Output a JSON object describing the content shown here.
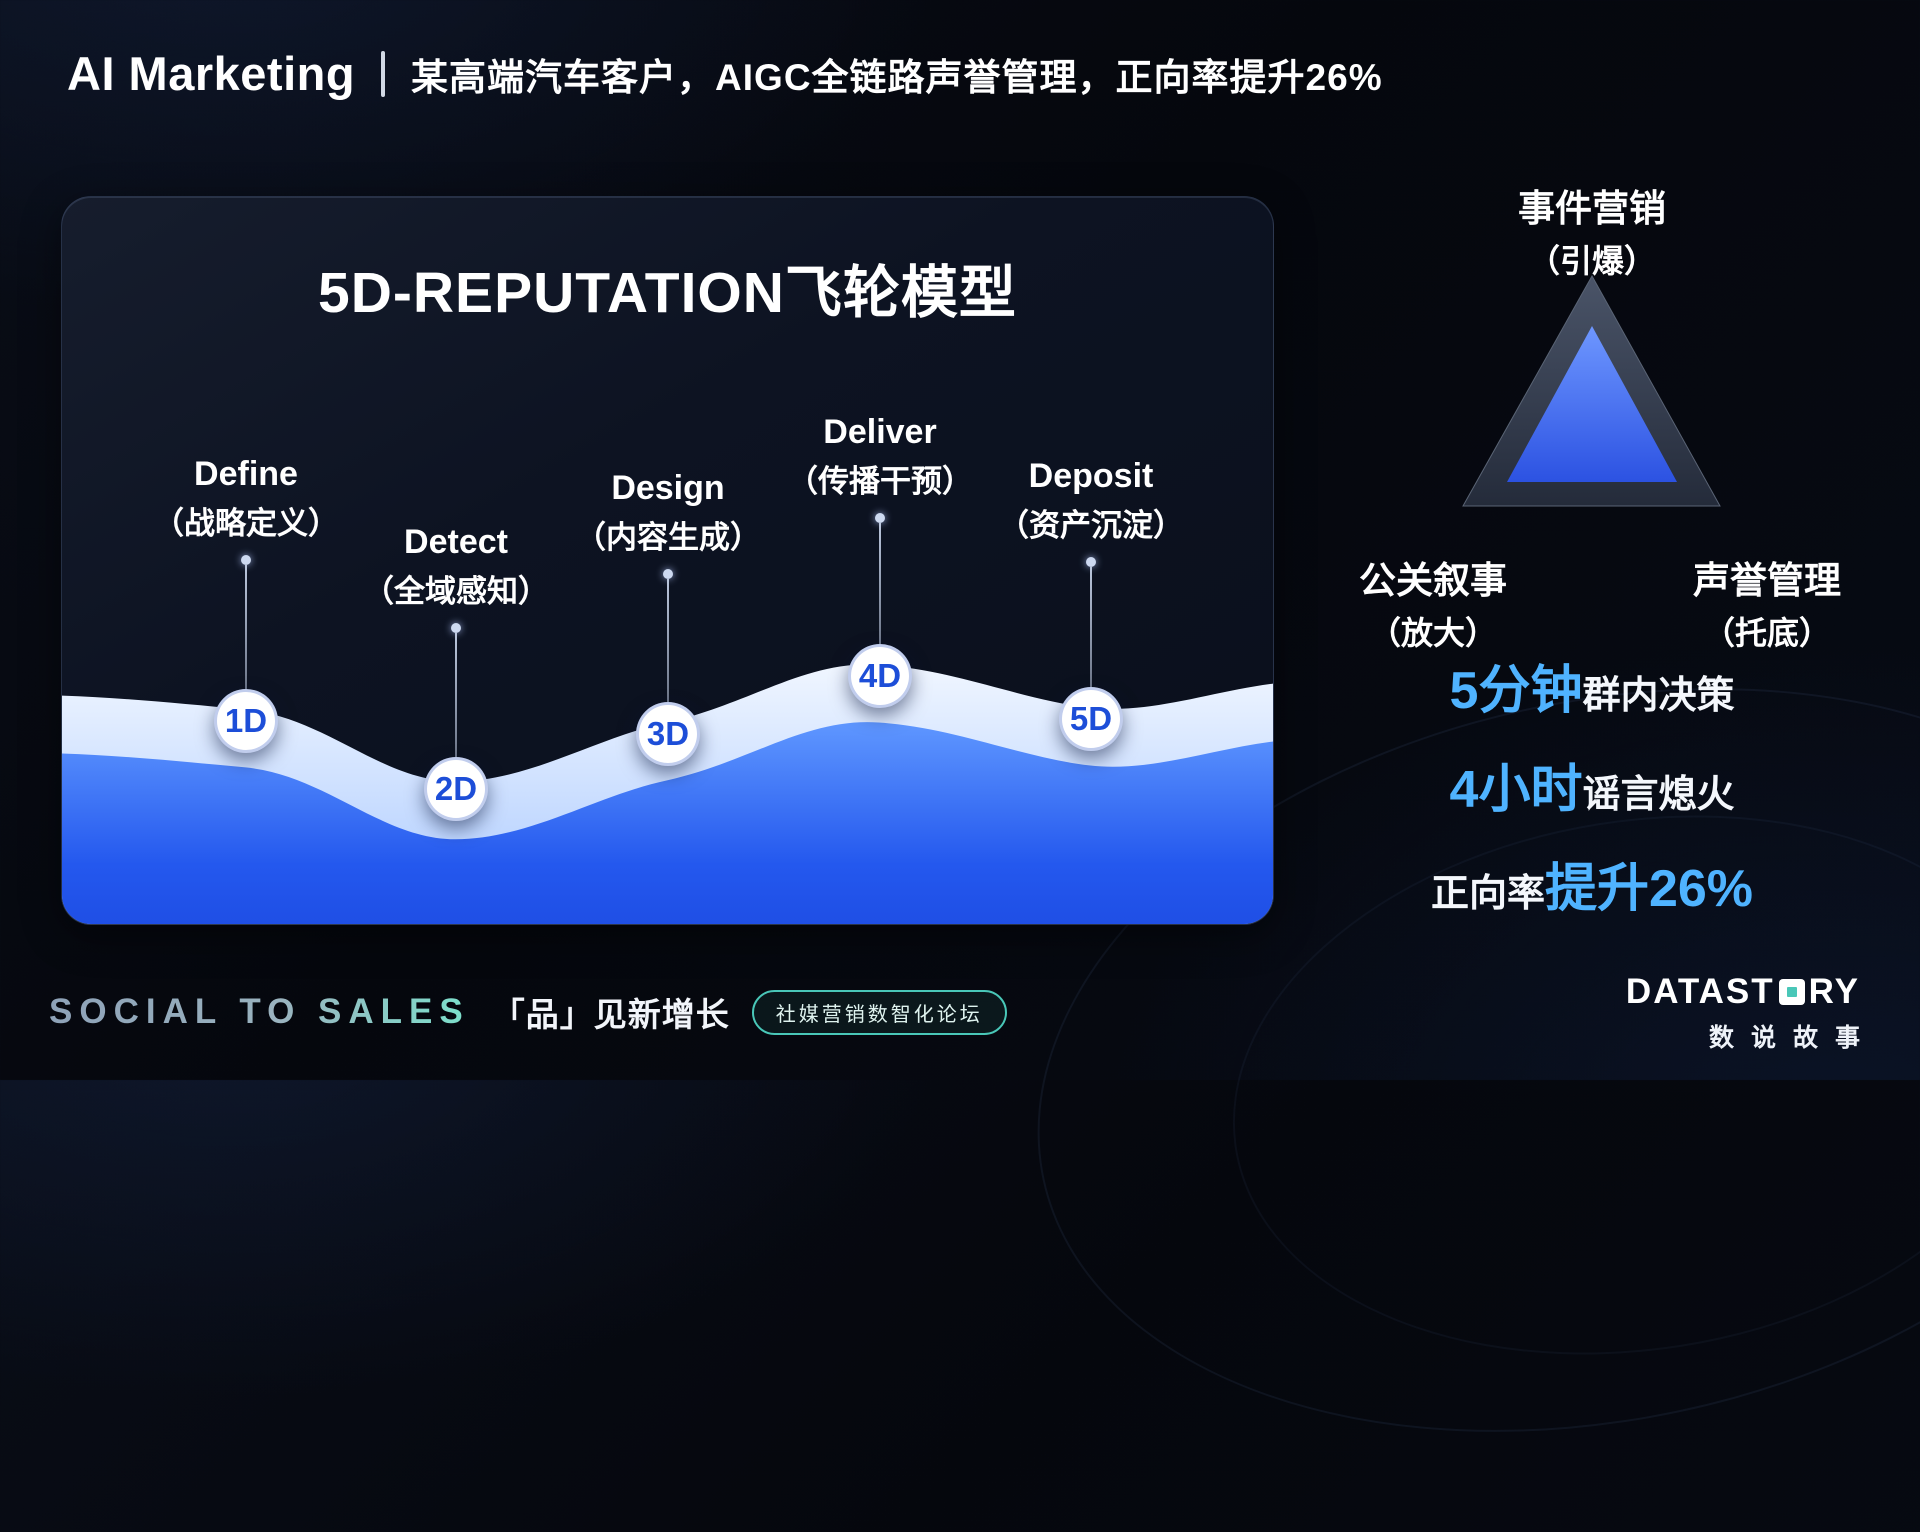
{
  "header": {
    "title": "AI Marketing",
    "subtitle": "某高端汽车客户，AIGC全链路声誉管理，正向率提升26%"
  },
  "card": {
    "title": "5D-REPUTATION飞轮模型",
    "stages": [
      {
        "name": "Define",
        "sub": "（战略定义）",
        "badge": "1D"
      },
      {
        "name": "Detect",
        "sub": "（全域感知）",
        "badge": "2D"
      },
      {
        "name": "Design",
        "sub": "（内容生成）",
        "badge": "3D"
      },
      {
        "name": "Deliver",
        "sub": "（传播干预）",
        "badge": "4D"
      },
      {
        "name": "Deposit",
        "sub": "（资产沉淀）",
        "badge": "5D"
      }
    ]
  },
  "pyramid": {
    "top": {
      "title": "事件营销",
      "sub": "（引爆）"
    },
    "left": {
      "title": "公关叙事",
      "sub": "（放大）"
    },
    "right": {
      "title": "声誉管理",
      "sub": "（托底）"
    }
  },
  "stats": [
    {
      "accent": "5分钟",
      "rest": "群内决策"
    },
    {
      "accent": "4小时",
      "rest": "谣言熄火"
    },
    {
      "prefix": "正向率",
      "accent": "提升26%"
    }
  ],
  "footer": {
    "brand": "SOCIAL TO SALES",
    "slogan": "「品」见新增长",
    "badge": "社媒营销数智化论坛",
    "logo_left": "DATAST",
    "logo_right": "RY",
    "logo_sub": "数说故事"
  },
  "colors": {
    "accent_blue": "#4fb3ff",
    "wave_deep": "#1a46dd",
    "badge_text": "#1d4ed8",
    "teal": "#49c7b8"
  }
}
